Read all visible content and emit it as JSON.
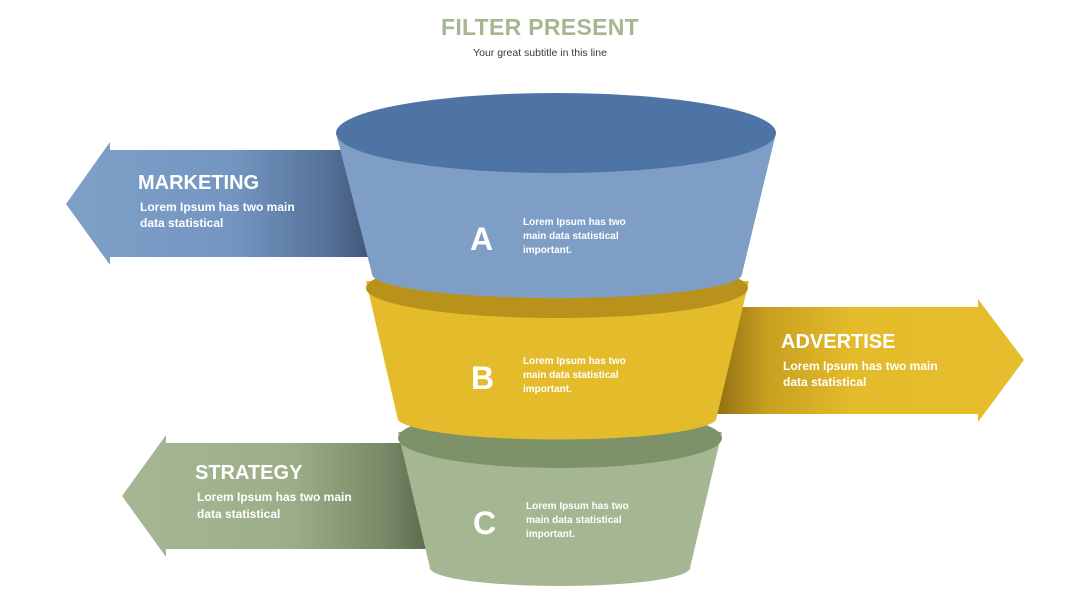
{
  "header": {
    "title": "FILTER PRESENT",
    "subtitle": "Your great subtitle in this line"
  },
  "colors": {
    "title": "#a5b78f",
    "blue_light": "#7f9ec5",
    "blue_dark": "#4d74a4",
    "yellow": "#e4bb2a",
    "yellow_dark": "#b8921a",
    "green": "#a5b692",
    "green_dark": "#7d9268"
  },
  "arrows": {
    "marketing": {
      "title": "MARKETING",
      "desc_line1": "Lorem Ipsum has two main",
      "desc_line2": "data statistical"
    },
    "advertise": {
      "title": "ADVERTISE",
      "desc_line1": "Lorem Ipsum has two main",
      "desc_line2": "data statistical"
    },
    "strategy": {
      "title": "STRATEGY",
      "desc_line1": "Lorem Ipsum has two main",
      "desc_line2": "data statistical"
    }
  },
  "stages": {
    "a": {
      "letter": "A",
      "line1": "Lorem Ipsum has two",
      "line2": "main data statistical",
      "line3": "important."
    },
    "b": {
      "letter": "B",
      "line1": "Lorem Ipsum has two",
      "line2": "main data statistical",
      "line3": "important."
    },
    "c": {
      "letter": "C",
      "line1": "Lorem Ipsum has two",
      "line2": "main data statistical",
      "line3": "important."
    }
  }
}
